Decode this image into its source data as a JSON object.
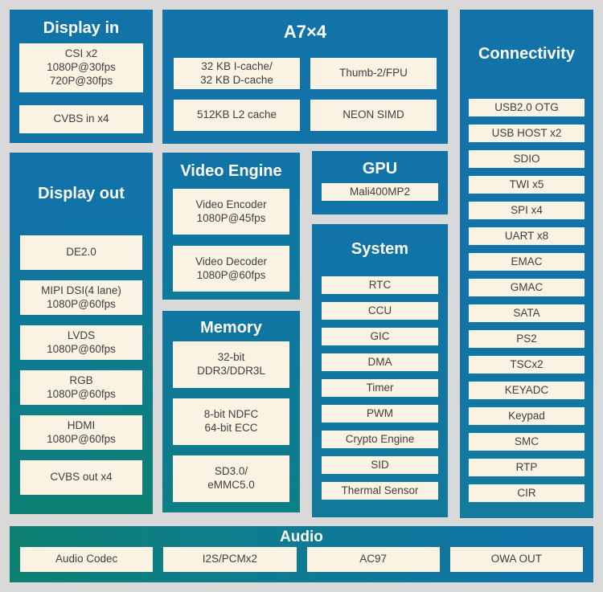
{
  "colors": {
    "block_blue": "#1173a8",
    "block_teal_green": "#0d8072",
    "item_background": "#faf3e3",
    "page_background": "#d9d9d9",
    "title_text": "#ffffff",
    "item_text": "#3f3f3f"
  },
  "blocks": {
    "display_in": {
      "title": "Display in",
      "items": [
        "CSI x2\n1080P@30fps\n720P@30fps",
        "CVBS in x4"
      ]
    },
    "cpu": {
      "title": "A7×4",
      "items": [
        "32 KB I-cache/\n32 KB D-cache",
        "Thumb-2/FPU",
        "512KB L2 cache",
        "NEON SIMD"
      ]
    },
    "connectivity": {
      "title": "Connectivity",
      "items": [
        "USB2.0 OTG",
        "USB HOST x2",
        "SDIO",
        "TWI x5",
        "SPI x4",
        "UART x8",
        "EMAC",
        "GMAC",
        "SATA",
        "PS2",
        "TSCx2",
        "KEYADC",
        "Keypad",
        "SMC",
        "RTP",
        "CIR"
      ]
    },
    "display_out": {
      "title": "Display out",
      "items": [
        "DE2.0",
        "MIPI DSI(4 lane)\n1080P@60fps",
        "LVDS\n1080P@60fps",
        "RGB\n1080P@60fps",
        "HDMI\n1080P@60fps",
        "CVBS out x4"
      ]
    },
    "video_engine": {
      "title": "Video Engine",
      "items": [
        "Video Encoder\n1080P@45fps",
        "Video Decoder\n1080P@60fps"
      ]
    },
    "memory": {
      "title": "Memory",
      "items": [
        "32-bit\nDDR3/DDR3L",
        "8-bit NDFC\n64-bit ECC",
        "SD3.0/\neMMC5.0"
      ]
    },
    "gpu": {
      "title": "GPU",
      "items": [
        "Mali400MP2"
      ]
    },
    "system": {
      "title": "System",
      "items": [
        "RTC",
        "CCU",
        "GIC",
        "DMA",
        "Timer",
        "PWM",
        "Crypto Engine",
        "SID",
        "Thermal Sensor"
      ]
    },
    "audio": {
      "title": "Audio",
      "items": [
        "Audio Codec",
        "I2S/PCMx2",
        "AC97",
        "OWA OUT"
      ]
    }
  }
}
